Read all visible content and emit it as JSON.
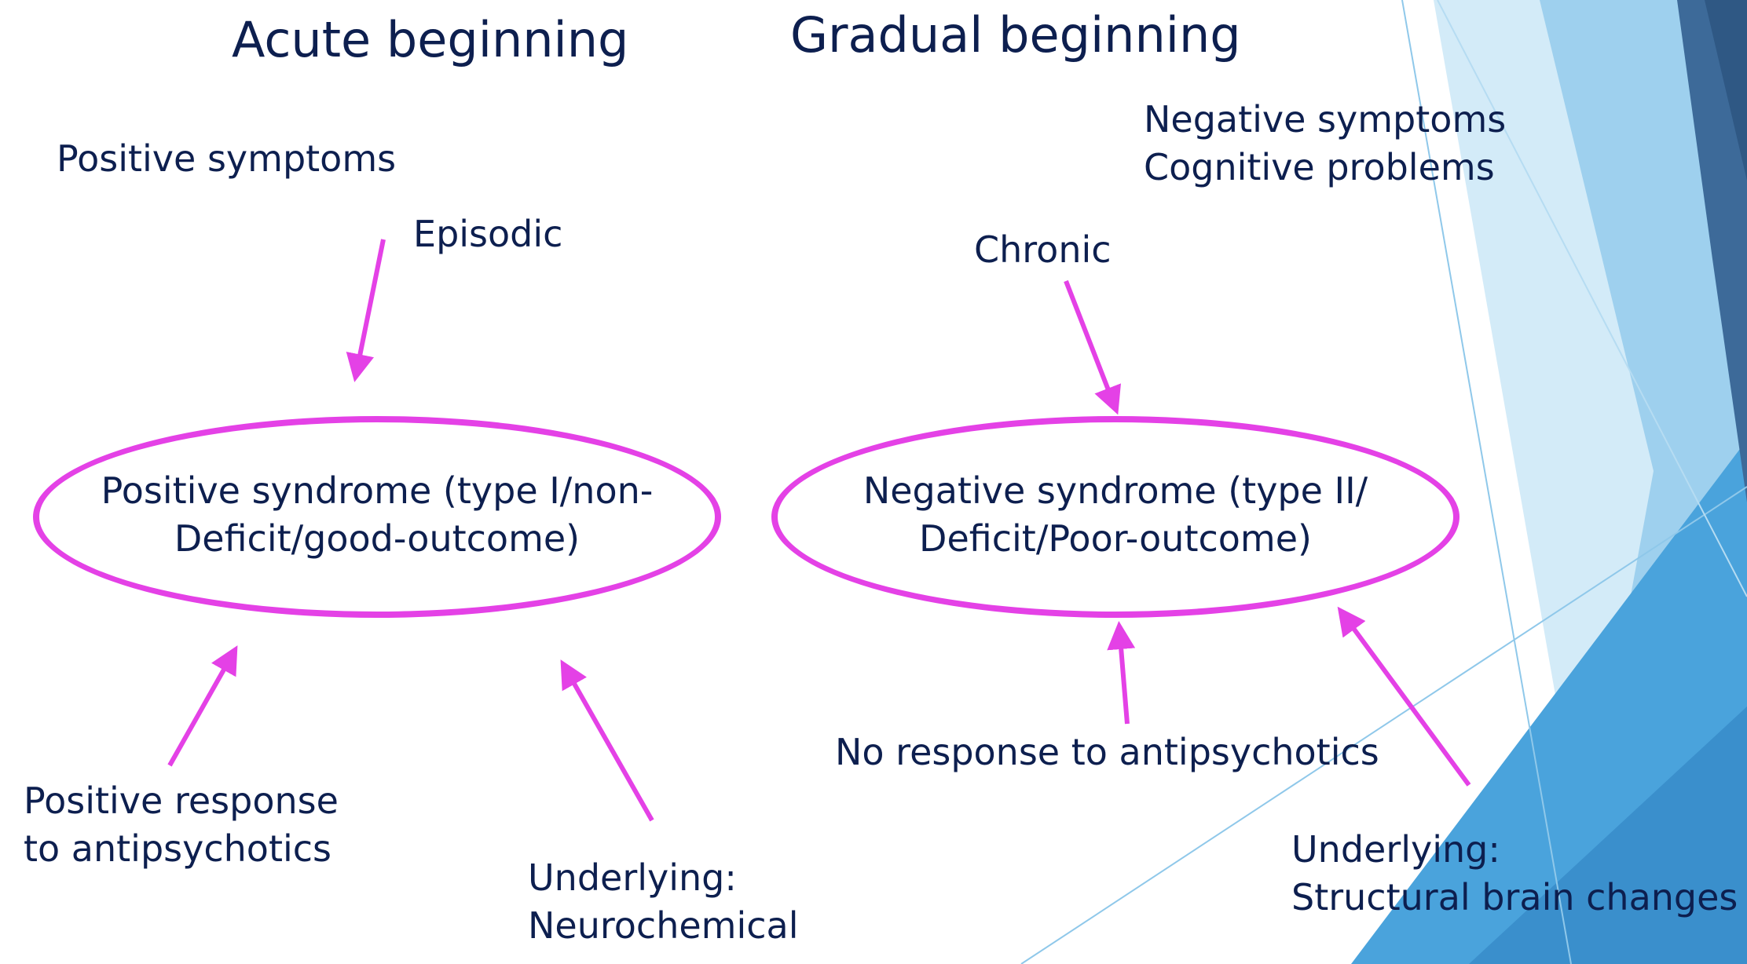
{
  "headings": {
    "acute": "Acute beginning",
    "gradual": "Gradual beginning"
  },
  "left": {
    "symptoms": "Positive symptoms",
    "course": "Episodic",
    "syndrome_line1": "Positive syndrome (type I/non-",
    "syndrome_line2": "Deficit/good-outcome)",
    "response_line1": "Positive response",
    "response_line2": "to antipsychotics",
    "underlying_line1": "Underlying:",
    "underlying_line2": "Neurochemical"
  },
  "right": {
    "symptoms_line1": "Negative symptoms",
    "symptoms_line2": "Cognitive problems",
    "course": "Chronic",
    "syndrome_line1": "Negative syndrome (type II/",
    "syndrome_line2": "Deficit/Poor-outcome)",
    "response": "No response to antipsychotics",
    "underlying_line1": "Underlying:",
    "underlying_line2": "Structural brain changes"
  },
  "colors": {
    "text": "#0d1f4f",
    "accent": "#e441e6",
    "decor_light": "#bfe1f5",
    "decor_mid": "#6fbbe6",
    "decor_dark": "#3f6d9c"
  }
}
